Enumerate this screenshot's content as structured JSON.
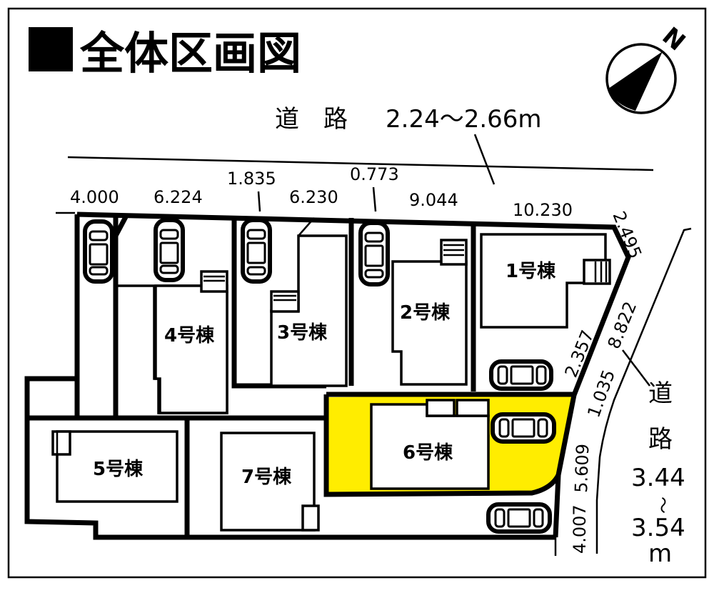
{
  "title": "■全体区画図",
  "title_mark": "■",
  "title_text": "全体区画図",
  "compass": {
    "label": "N",
    "icon": "north-arrow-icon"
  },
  "roads": {
    "north": {
      "label": "道　路",
      "width": "2.24～2.66m"
    },
    "east": {
      "label_line1": "道",
      "label_line2": "路",
      "width_min": "3.44",
      "tilde": "～",
      "width_max": "3.54",
      "unit": "m"
    }
  },
  "dimensions": {
    "top": [
      "4.000",
      "6.224",
      "1.835",
      "6.230",
      "0.773",
      "9.044",
      "10.230"
    ],
    "east_side": [
      "2.495",
      "8.822",
      "2.357",
      "1.035",
      "5.609",
      "4.007"
    ]
  },
  "lots": [
    {
      "id": 1,
      "label": "1号棟",
      "highlighted": false
    },
    {
      "id": 2,
      "label": "2号棟",
      "highlighted": false
    },
    {
      "id": 3,
      "label": "3号棟",
      "highlighted": false
    },
    {
      "id": 4,
      "label": "4号棟",
      "highlighted": false
    },
    {
      "id": 5,
      "label": "5号棟",
      "highlighted": false
    },
    {
      "id": 6,
      "label": "6号棟",
      "highlighted": true
    },
    {
      "id": 7,
      "label": "7号棟",
      "highlighted": false
    }
  ],
  "colors": {
    "highlight": "#FFED00",
    "line": "#000000",
    "background": "#FFFFFF"
  }
}
